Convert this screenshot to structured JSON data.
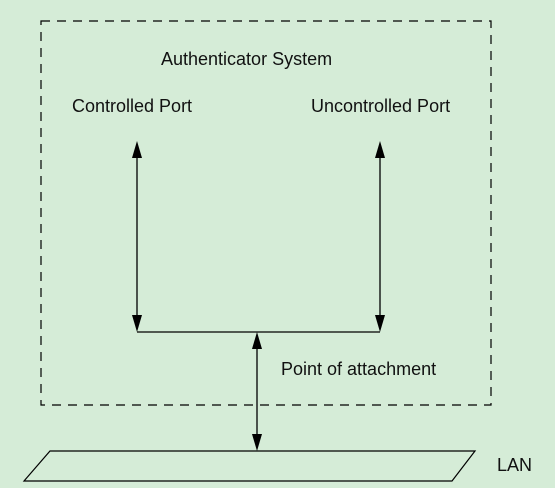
{
  "diagram": {
    "title": "Authenticator System",
    "controlled_port_label": "Controlled Port",
    "uncontrolled_port_label": "Uncontrolled Port",
    "attachment_label": "Point of attachment",
    "lan_label": "LAN"
  },
  "colors": {
    "background": "#d5ecd7",
    "stroke": "#000000",
    "text": "#111111"
  }
}
